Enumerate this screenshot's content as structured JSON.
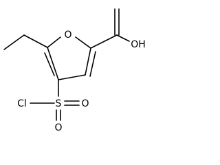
{
  "molecule": {
    "atoms": {
      "ring_oxygen": "O",
      "hydroxyl": "OH",
      "sulfur": "S",
      "sulfonyl_oxygen_top": "O",
      "sulfonyl_oxygen_bottom": "O",
      "chlorine": "Cl"
    }
  }
}
